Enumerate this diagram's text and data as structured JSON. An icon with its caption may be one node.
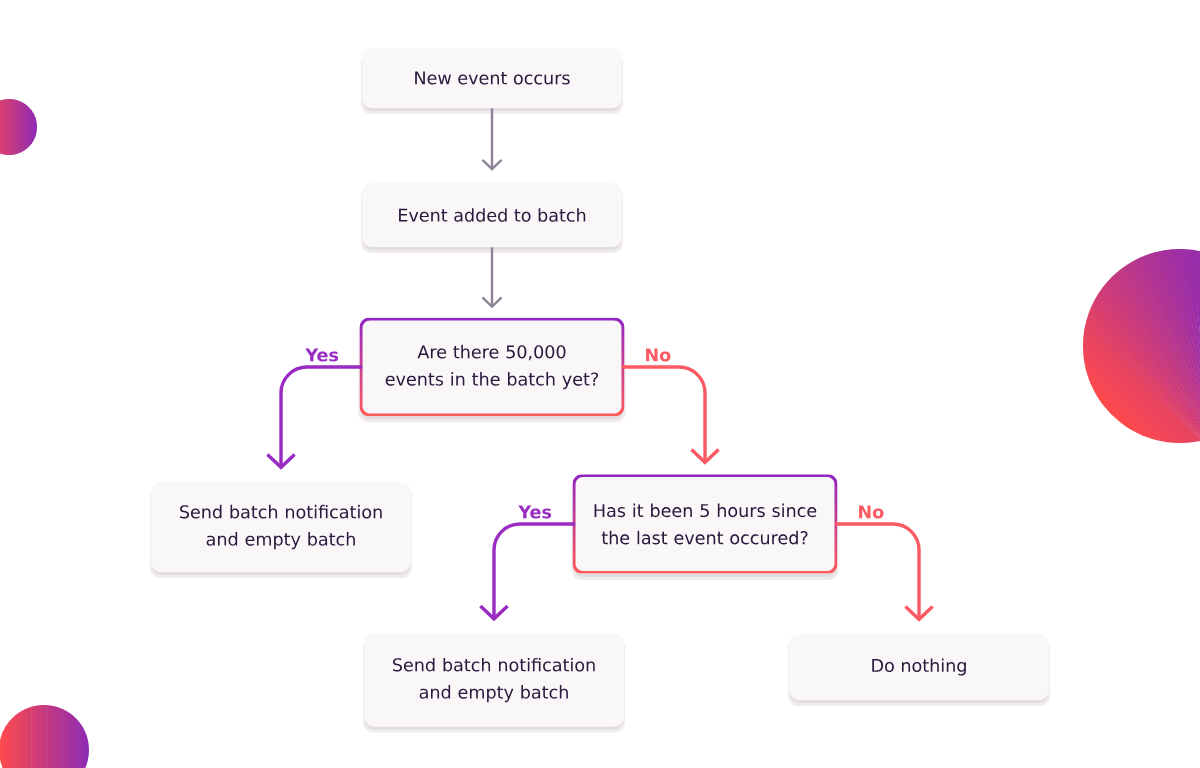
{
  "diagram": {
    "nodes": [
      {
        "text": [
          "New event occurs"
        ]
      },
      {
        "text": [
          "Event added to batch"
        ]
      },
      {
        "text": [
          "Are there 50,000 events in the batch yet?"
        ]
      },
      {
        "text": [
          "Send batch notification and empty batch"
        ]
      },
      {
        "text": [
          "Has it been 5 hours since the last event occured?"
        ]
      },
      {
        "text": [
          "Send batch notification and empty batch"
        ]
      },
      {
        "text": [
          "Do nothing"
        ]
      }
    ],
    "edges": [
      {
        "from": 0,
        "to": 1,
        "arrow": "to"
      },
      {
        "from": 1,
        "to": 2,
        "arrow": "to"
      },
      {
        "from": 2,
        "to": 3,
        "arrow": "to",
        "label": "Yes",
        "color": "#9a2bc2"
      },
      {
        "from": 2,
        "to": 4,
        "arrow": "to",
        "label": "No",
        "color": "#fb5a62"
      },
      {
        "from": 4,
        "to": 5,
        "arrow": "to",
        "label": "Yes",
        "color": "#9a2bc2"
      },
      {
        "from": 4,
        "to": 6,
        "arrow": "to",
        "label": "No",
        "color": "#fb5a62"
      }
    ]
  }
}
